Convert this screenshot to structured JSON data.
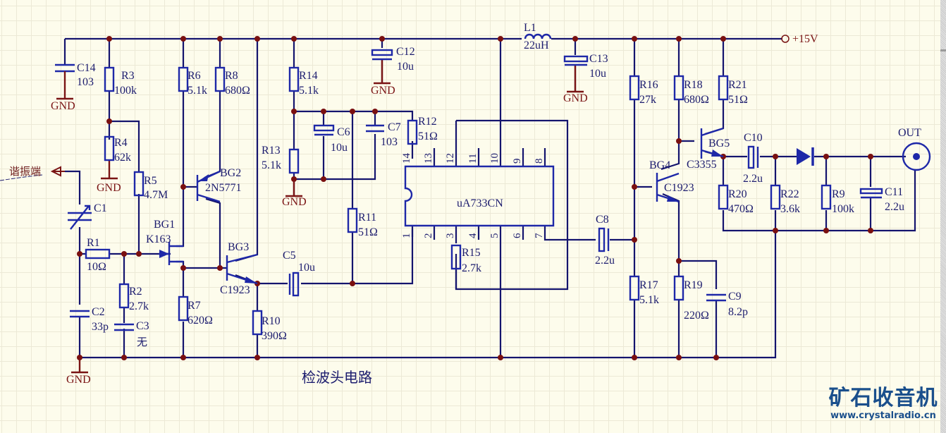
{
  "title": "检波头电路",
  "colors": {
    "background": "#fdfcec",
    "grid": "#ece9d6",
    "wire": "#14146e",
    "component": "#1e28a8",
    "ground": "#7a1414",
    "junction": "#7a1010",
    "watermark": "#1a4f8c"
  },
  "power": {
    "label": "+15V"
  },
  "input_port": {
    "label": "谐振端"
  },
  "output_port": {
    "label": "OUT"
  },
  "ground_label": "GND",
  "ic": {
    "name": "uA733CN",
    "pins_top": [
      "14",
      "13",
      "12",
      "11",
      "10",
      "9",
      "8"
    ],
    "pins_bottom": [
      "1",
      "2",
      "3",
      "4",
      "5",
      "6",
      "7"
    ]
  },
  "components": {
    "C14": {
      "ref": "C14",
      "value": "103"
    },
    "R3": {
      "ref": "R3",
      "value": "100k"
    },
    "R4": {
      "ref": "R4",
      "value": "62k"
    },
    "R5": {
      "ref": "R5",
      "value": "4.7M"
    },
    "R6": {
      "ref": "R6",
      "value": "5.1k"
    },
    "R8": {
      "ref": "R8",
      "value": "680Ω"
    },
    "C1": {
      "ref": "C1",
      "value": ""
    },
    "R1": {
      "ref": "R1",
      "value": "10Ω"
    },
    "R2": {
      "ref": "R2",
      "value": "2.7k"
    },
    "C2": {
      "ref": "C2",
      "value": "33p"
    },
    "C3": {
      "ref": "C3",
      "value": "无"
    },
    "R7": {
      "ref": "R7",
      "value": "620Ω"
    },
    "BG1": {
      "ref": "BG1",
      "value": "K163"
    },
    "BG2": {
      "ref": "BG2",
      "value": "2N5771"
    },
    "BG3": {
      "ref": "BG3",
      "value": "C1923"
    },
    "R10": {
      "ref": "R10",
      "value": "390Ω"
    },
    "C5": {
      "ref": "C5",
      "value": "10u"
    },
    "R14": {
      "ref": "R14",
      "value": "5.1k"
    },
    "R13": {
      "ref": "R13",
      "value": "5.1k"
    },
    "C6": {
      "ref": "C6",
      "value": "10u"
    },
    "C7": {
      "ref": "C7",
      "value": "103"
    },
    "C12": {
      "ref": "C12",
      "value": "10u"
    },
    "R12": {
      "ref": "R12",
      "value": "51Ω"
    },
    "R11": {
      "ref": "R11",
      "value": "51Ω"
    },
    "R15": {
      "ref": "R15",
      "value": "2.7k"
    },
    "L1": {
      "ref": "L1",
      "value": "22uH"
    },
    "C13": {
      "ref": "C13",
      "value": "10u"
    },
    "C8": {
      "ref": "C8",
      "value": "2.2u"
    },
    "R16": {
      "ref": "R16",
      "value": "27k"
    },
    "R17": {
      "ref": "R17",
      "value": "5.1k"
    },
    "R18": {
      "ref": "R18",
      "value": "680Ω"
    },
    "R19": {
      "ref": "R19",
      "value": "220Ω"
    },
    "C9": {
      "ref": "C9",
      "value": "8.2p"
    },
    "R21": {
      "ref": "R21",
      "value": "51Ω"
    },
    "BG4": {
      "ref": "BG4",
      "value": "C1923"
    },
    "BG5": {
      "ref": "BG5",
      "value": "C3355"
    },
    "R20": {
      "ref": "R20",
      "value": "470Ω"
    },
    "C10": {
      "ref": "C10",
      "value": "2.2u"
    },
    "R22": {
      "ref": "R22",
      "value": "3.6k"
    },
    "R9": {
      "ref": "R9",
      "value": "100k"
    },
    "C11": {
      "ref": "C11",
      "value": "2.2u"
    }
  },
  "watermark": {
    "brand": "矿石收音机",
    "url": "www.crystalradio.cn"
  }
}
